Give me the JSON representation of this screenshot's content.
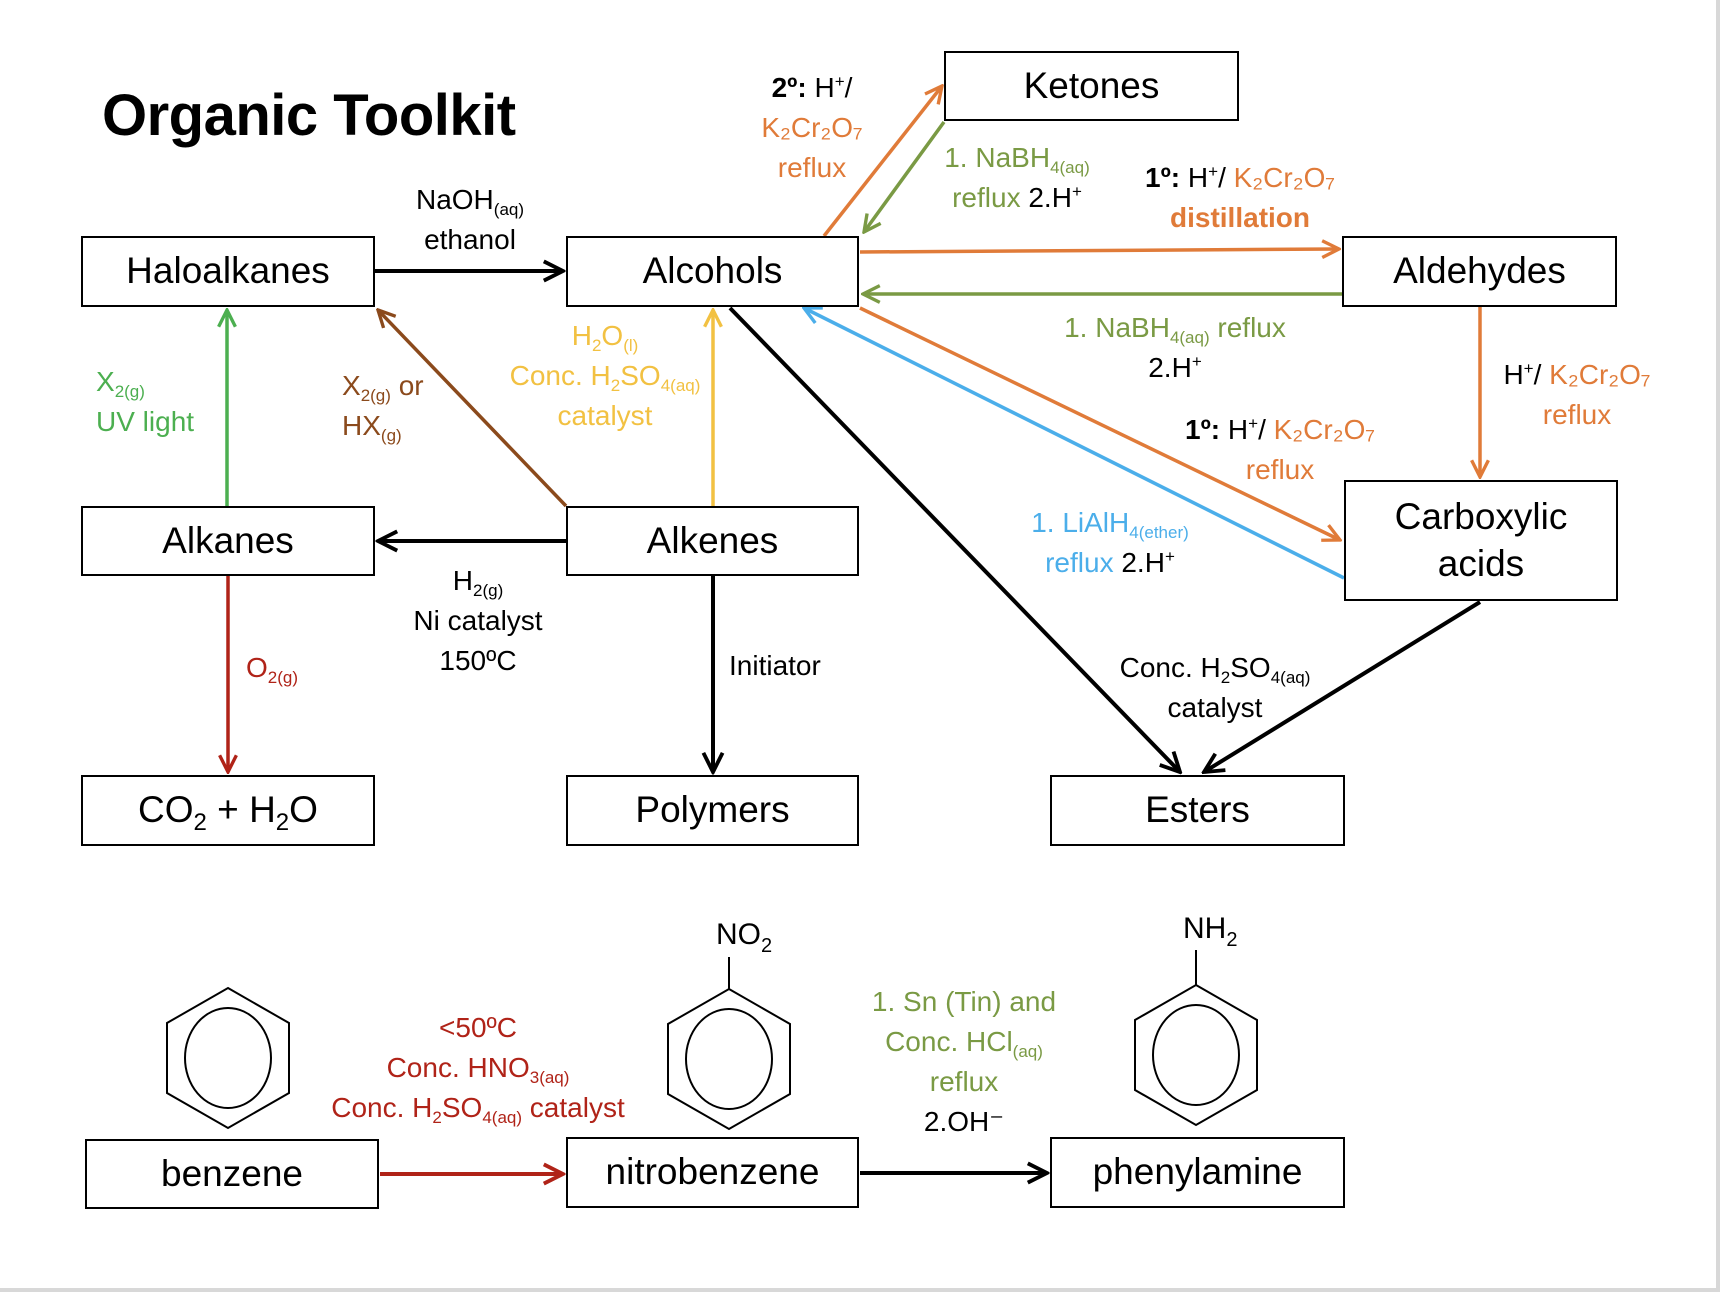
{
  "title": "Organic Toolkit",
  "colors": {
    "orange": "#E07B39",
    "olive_green": "#7A9A44",
    "green": "#4CAF50",
    "brown": "#8B4A1C",
    "yellow": "#F2C142",
    "blue": "#4BAEEA",
    "red": "#B02318",
    "black": "#000000"
  },
  "nodes": {
    "ketones": "Ketones",
    "haloalkanes": "Haloalkanes",
    "alcohols": "Alcohols",
    "aldehydes": "Aldehydes",
    "alkanes": "Alkanes",
    "alkenes": "Alkenes",
    "carboxylic_acids_line1": "Carboxylic",
    "carboxylic_acids_line2": "acids",
    "co2_h2o": {
      "a": "CO",
      "a_sub": "2",
      "plus": " + H",
      "b_sub": "2",
      "b": "O"
    },
    "polymers": "Polymers",
    "esters": "Esters",
    "benzene": "benzene",
    "nitrobenzene": "nitrobenzene",
    "phenylamine": "phenylamine"
  },
  "substituents": {
    "nitro": {
      "main": "NO",
      "sub": "2"
    },
    "amine": {
      "main": "NH",
      "sub": "2"
    }
  },
  "edges": [
    {
      "id": "haloalkanes-to-alcohols",
      "from": "Haloalkanes",
      "to": "Alcohols",
      "color": "black",
      "label": {
        "l1_main": "NaOH",
        "l1_sub": "(aq)",
        "l2": "ethanol"
      }
    },
    {
      "id": "alcohols-to-ketones",
      "from": "Alcohols",
      "to": "Ketones",
      "color": "orange",
      "label": {
        "l1_bold": "2º:",
        "l1_rest": " H",
        "l1_sup": "+",
        "l1_slash": "/",
        "l2": "K₂Cr₂O₇",
        "l3": "reflux"
      }
    },
    {
      "id": "ketones-to-alcohols",
      "from": "Ketones",
      "to": "Alcohols",
      "color": "olive_green",
      "label": {
        "l1_main": "1. NaBH",
        "l1_sub": "4(aq)",
        "l2_green": "reflux",
        "l2_black": " 2.H",
        "l2_sup": "+"
      }
    },
    {
      "id": "alcohols-to-aldehydes",
      "from": "Alcohols",
      "to": "Aldehydes",
      "color": "orange",
      "label": {
        "l1_bold": "1º:",
        "l1_rest": " H",
        "l1_sup": "+",
        "l1_slash": "/ ",
        "l1_orange": "K₂Cr₂O₇",
        "l2": "distillation"
      }
    },
    {
      "id": "aldehydes-to-alcohols",
      "from": "Aldehydes",
      "to": "Alcohols",
      "color": "olive_green",
      "label": {
        "l1_main": "1. NaBH",
        "l1_sub": "4(aq)",
        "l1_tail": " reflux",
        "l2": "2.H",
        "l2_sup": "+"
      }
    },
    {
      "id": "alcohols-to-carboxylic-acids",
      "from": "Alcohols",
      "to": "Carboxylic acids",
      "color": "orange",
      "label": {
        "l1_bold": "1º:",
        "l1_rest": " H",
        "l1_sup": "+",
        "l1_slash": "/ ",
        "l1_orange": "K₂Cr₂O₇",
        "l2": "reflux"
      }
    },
    {
      "id": "carboxylic-acids-to-alcohols",
      "from": "Carboxylic acids",
      "to": "Alcohols",
      "color": "blue",
      "label": {
        "l1_main": "1. LiAlH",
        "l1_sub": "4(ether)",
        "l2_blue": "reflux",
        "l2_black": " 2.H",
        "l2_sup": "+"
      }
    },
    {
      "id": "aldehydes-to-carboxylic-acids",
      "from": "Aldehydes",
      "to": "Carboxylic acids",
      "color": "orange",
      "label": {
        "l1_black": "H",
        "l1_sup": "+",
        "l1_slash": "/ ",
        "l1_orange": "K₂Cr₂O₇",
        "l2": "reflux"
      }
    },
    {
      "id": "alkanes-to-haloalkanes",
      "from": "Alkanes",
      "to": "Haloalkanes",
      "color": "green",
      "label": {
        "l1_main": "X",
        "l1_sub": "2(g)",
        "l2": "UV light"
      }
    },
    {
      "id": "alkenes-to-haloalkanes",
      "from": "Alkenes",
      "to": "Haloalkanes",
      "color": "brown",
      "label": {
        "l1_main": "X",
        "l1_sub": "2(g)",
        "l1_tail": " or",
        "l2_main": "HX",
        "l2_sub": "(g)"
      }
    },
    {
      "id": "alkenes-to-alcohols",
      "from": "Alkenes",
      "to": "Alcohols",
      "color": "yellow",
      "label": {
        "l1_main": "H",
        "l1_sub1": "2",
        "l1_mid": "O",
        "l1_sub2": "(l)",
        "l2_main": "Conc. H",
        "l2_sub1": "2",
        "l2_mid": "SO",
        "l2_sub2": "4(aq)",
        "l3": "catalyst"
      }
    },
    {
      "id": "alkenes-to-alkanes",
      "from": "Alkenes",
      "to": "Alkanes",
      "color": "black",
      "label": {
        "l1_main": "H",
        "l1_sub": "2(g)",
        "l2": "Ni catalyst",
        "l3": "150ºC"
      }
    },
    {
      "id": "alkanes-to-co2-h2o",
      "from": "Alkanes",
      "to": "CO2 + H2O",
      "color": "red",
      "label": {
        "l1_main": "O",
        "l1_sub": "2(g)"
      }
    },
    {
      "id": "alkenes-to-polymers",
      "from": "Alkenes",
      "to": "Polymers",
      "color": "black",
      "label": {
        "l1": "Initiator"
      }
    },
    {
      "id": "alcohols-to-esters",
      "from": "Alcohols",
      "to": "Esters",
      "color": "black"
    },
    {
      "id": "carboxylic-acids-to-esters",
      "from": "Carboxylic acids",
      "to": "Esters",
      "color": "black",
      "label": {
        "l1_main": "Conc. H",
        "l1_sub1": "2",
        "l1_mid": "SO",
        "l1_sub2": "4(aq)",
        "l2": "catalyst"
      }
    },
    {
      "id": "benzene-to-nitrobenzene",
      "from": "benzene",
      "to": "nitrobenzene",
      "color": "red",
      "label": {
        "l1": "<50ºC",
        "l2_main": "Conc. HNO",
        "l2_sub": "3(aq)",
        "l3_main": "Conc. H",
        "l3_sub1": "2",
        "l3_mid": "SO",
        "l3_sub2": "4(aq)",
        "l3_tail": " catalyst"
      }
    },
    {
      "id": "nitrobenzene-to-phenylamine",
      "from": "nitrobenzene",
      "to": "phenylamine",
      "color": "black",
      "label": {
        "l1": "1. Sn (Tin) and",
        "l2_main": "Conc. HCl",
        "l2_sub": "(aq)",
        "l3": "reflux",
        "l4": "2.OH⁻"
      }
    }
  ]
}
